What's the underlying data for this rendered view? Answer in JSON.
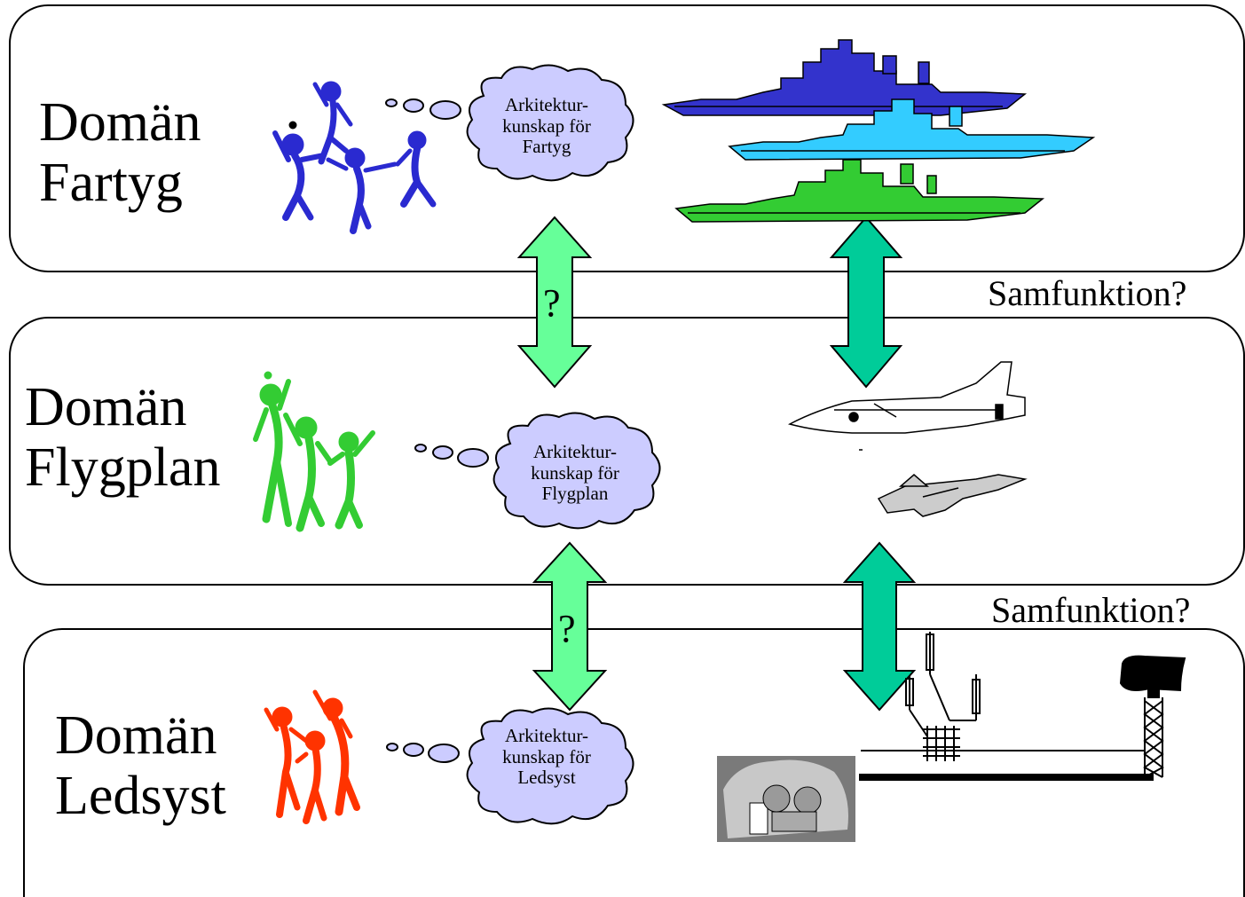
{
  "domains": [
    {
      "line1": "Domän",
      "line2": "Fartyg",
      "cloud": [
        "Arkitektur-",
        "kunskap för",
        "Fartyg"
      ]
    },
    {
      "line1": "Domän",
      "line2": "Flygplan",
      "cloud": [
        "Arkitektur-",
        "kunskap för",
        "Flygplan"
      ]
    },
    {
      "line1": "Domän",
      "line2": "Ledsyst",
      "cloud": [
        "Arkitektur-",
        "kunskap för",
        "Ledsyst"
      ]
    }
  ],
  "question_mark": "?",
  "samfunktion_label": "Samfunktion?",
  "colors": {
    "fartyg_people": "#2a2ad0",
    "flygplan_people": "#33cc33",
    "ledsyst_people": "#ff3300",
    "cloud_fill": "#ccccff",
    "arrow_light": "#66ff99",
    "arrow_dark": "#00cc99",
    "ship_blue": "#3333cc",
    "ship_cyan": "#33ccff",
    "ship_green": "#33cc33"
  }
}
